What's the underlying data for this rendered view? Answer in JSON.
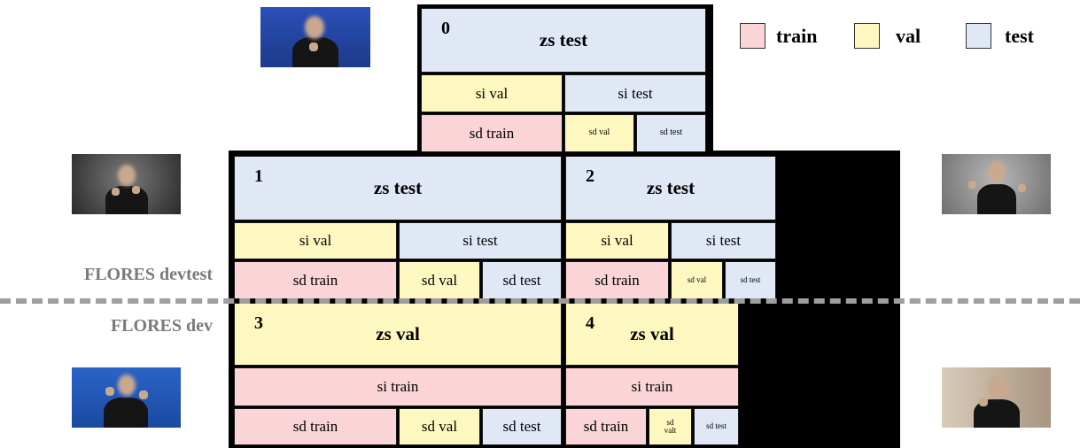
{
  "legend": [
    {
      "label": "train",
      "color": "#fad4d6"
    },
    {
      "label": "val",
      "color": "#fdf8c0"
    },
    {
      "label": "test",
      "color": "#e0e8f6"
    }
  ],
  "labels": {
    "flores_devtest": "FLORES devtest",
    "flores_dev": "FLORES dev"
  },
  "blocks": {
    "b0": {
      "num": "0",
      "zs": "zs test",
      "si_val": "si val",
      "si_test": "si test",
      "sd_train": "sd train",
      "sd_val": "sd val",
      "sd_test": "sd test"
    },
    "b1": {
      "num": "1",
      "zs": "zs test",
      "si_val": "si val",
      "si_test": "si test",
      "sd_train": "sd train",
      "sd_val": "sd val",
      "sd_test": "sd test"
    },
    "b2": {
      "num": "2",
      "zs": "zs test",
      "si_val": "si val",
      "si_test": "si test",
      "sd_train": "sd train",
      "sd_val": "sd val",
      "sd_test": "sd test"
    },
    "b3": {
      "num": "3",
      "zs": "zs val",
      "si_train": "si train",
      "sd_train": "sd train",
      "sd_val": "sd val",
      "sd_test": "sd test"
    },
    "b4": {
      "num": "4",
      "zs": "zs val",
      "si_train": "si train",
      "sd_train": "sd train",
      "sd_val": "sd valt",
      "sd_test": "sd test"
    }
  },
  "colors": {
    "train": "#fad4d6",
    "val": "#fdf8c0",
    "test": "#e0e8f6",
    "divider": "#9e9e9e"
  }
}
